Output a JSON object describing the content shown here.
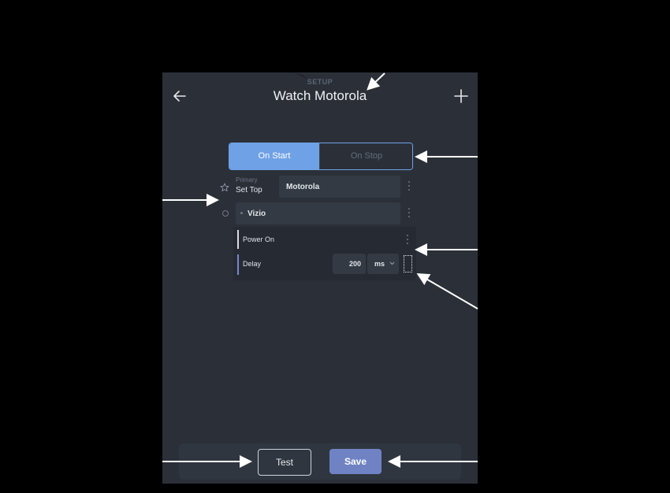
{
  "header": {
    "section_label": "SETUP",
    "title": "Watch Motorola",
    "back_icon": "arrow-left-icon",
    "add_icon": "plus-icon"
  },
  "tabs": [
    {
      "label": "On Start",
      "active": true
    },
    {
      "label": "On Stop",
      "active": false
    }
  ],
  "devices": [
    {
      "role_small": "Primary",
      "role": "Set Top",
      "device": "Motorola",
      "icon": "star-icon"
    },
    {
      "device": "Vizio",
      "icon": "circle-icon"
    }
  ],
  "commands": [
    {
      "label": "Power On"
    },
    {
      "label": "Delay",
      "value": "200",
      "unit": "ms"
    }
  ],
  "footer": {
    "test_label": "Test",
    "save_label": "Save"
  },
  "colors": {
    "panel": "#2b3038",
    "accent": "#6fa1e6",
    "save": "#6f83c4",
    "background": "#000000"
  }
}
